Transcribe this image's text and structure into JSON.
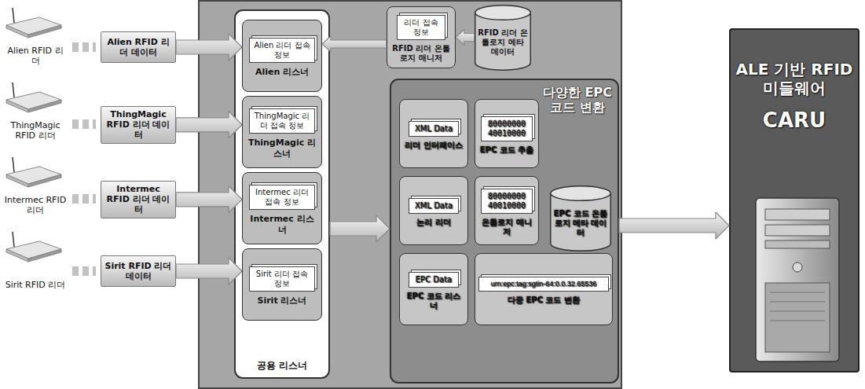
{
  "diagram": {
    "nodes": [
      {
        "text": [
          "Alien RFID 리더"
        ]
      },
      {
        "text": [
          "Alien RFID 리더 데이터"
        ]
      },
      {
        "text": [
          "ThingMagic RFID 리더"
        ]
      },
      {
        "text": [
          "ThingMagic RFID 리더 데이터"
        ]
      },
      {
        "text": [
          "Intermec RFID 리더"
        ]
      },
      {
        "text": [
          "Intermec RFID 리더 데이터"
        ]
      },
      {
        "text": [
          "Sirit RFID 리더"
        ]
      },
      {
        "text": [
          "Sirit RFID 리더 데이터"
        ]
      },
      {
        "text": [
          "공용 리스너"
        ]
      },
      {
        "text": [
          "Alien 리스너"
        ],
        "in": 8
      },
      {
        "text": [
          "Alien 리더 접속 정보"
        ],
        "in": 9
      },
      {
        "text": [
          "ThingMagic 리스너"
        ],
        "in": 8
      },
      {
        "text": [
          "ThingMagic 리더 접속 정보"
        ],
        "in": 11
      },
      {
        "text": [
          "Intermec 리스너"
        ],
        "in": 8
      },
      {
        "text": [
          "Intermec 리더 접속 정보"
        ],
        "in": 13
      },
      {
        "text": [
          "Sirit 리스너"
        ],
        "in": 8
      },
      {
        "text": [
          "Sirit 리더 접속 정보"
        ],
        "in": 15
      },
      {
        "text": [
          "RFID 리더 온톨로지 매니저"
        ]
      },
      {
        "text": [
          "리더 접속정보"
        ],
        "in": 17
      },
      {
        "text": [
          "RFID 리더 온톨로지 메타 데이터"
        ]
      },
      {
        "text": [
          "다양한 EPC 코드 변환"
        ]
      },
      {
        "text": [
          "리더 인터페이스"
        ],
        "in": 20
      },
      {
        "text": [
          "XML Data"
        ],
        "in": 21
      },
      {
        "text": [
          "EPC 코드 추출"
        ],
        "in": 20
      },
      {
        "text": [
          "80000000 40010000"
        ],
        "in": 23
      },
      {
        "text": [
          "논리 리더"
        ],
        "in": 20
      },
      {
        "text": [
          "XML Data"
        ],
        "in": 25
      },
      {
        "text": [
          "온톨로지 매니저"
        ],
        "in": 20
      },
      {
        "text": [
          "80000000 40010000"
        ],
        "in": 27
      },
      {
        "text": [
          "EPC 코드 온톨로지 메타 데이터"
        ],
        "in": 20
      },
      {
        "text": [
          "EPC 코드 리스너"
        ],
        "in": 20
      },
      {
        "text": [
          "EPC Data"
        ],
        "in": 30
      },
      {
        "text": [
          "다중 EPC 코드 변환"
        ],
        "in": 20
      },
      {
        "text": [
          "urn:epc:tag:sgtin-64:0.0.32.65536"
        ],
        "in": 32
      },
      {
        "text": [
          "ALE 기반 RFID 미들웨어",
          "CARU"
        ]
      }
    ],
    "edges": [
      {
        "from": 0,
        "to": 1,
        "arrow": "none"
      },
      {
        "from": 1,
        "to": 9,
        "arrow": "to"
      },
      {
        "from": 2,
        "to": 3,
        "arrow": "none"
      },
      {
        "from": 3,
        "to": 11,
        "arrow": "to"
      },
      {
        "from": 4,
        "to": 5,
        "arrow": "none"
      },
      {
        "from": 5,
        "to": 13,
        "arrow": "to"
      },
      {
        "from": 6,
        "to": 7,
        "arrow": "none"
      },
      {
        "from": 7,
        "to": 15,
        "arrow": "to"
      },
      {
        "from": 19,
        "to": 17,
        "arrow": "to"
      },
      {
        "from": 17,
        "to": 9,
        "arrow": "to"
      },
      {
        "from": 8,
        "to": 20,
        "arrow": "to"
      },
      {
        "from": 20,
        "to": 34,
        "arrow": "to"
      }
    ]
  }
}
